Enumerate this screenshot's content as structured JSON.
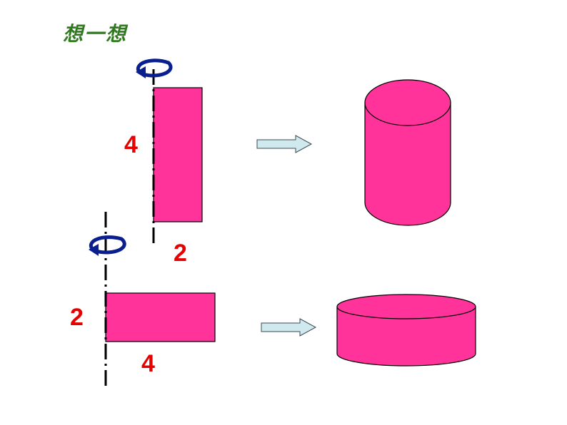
{
  "title": "想一想",
  "colors": {
    "shape_fill": "#ff3399",
    "outline": "#000000",
    "arrow_fill": "#cfe9ef",
    "rotation_arrow": "#0a1f8f",
    "label": "#e60000",
    "title": "#2f7a1f"
  },
  "figure1": {
    "height_label": "4",
    "width_label": "2"
  },
  "figure2": {
    "height_label": "2",
    "width_label": "4"
  }
}
